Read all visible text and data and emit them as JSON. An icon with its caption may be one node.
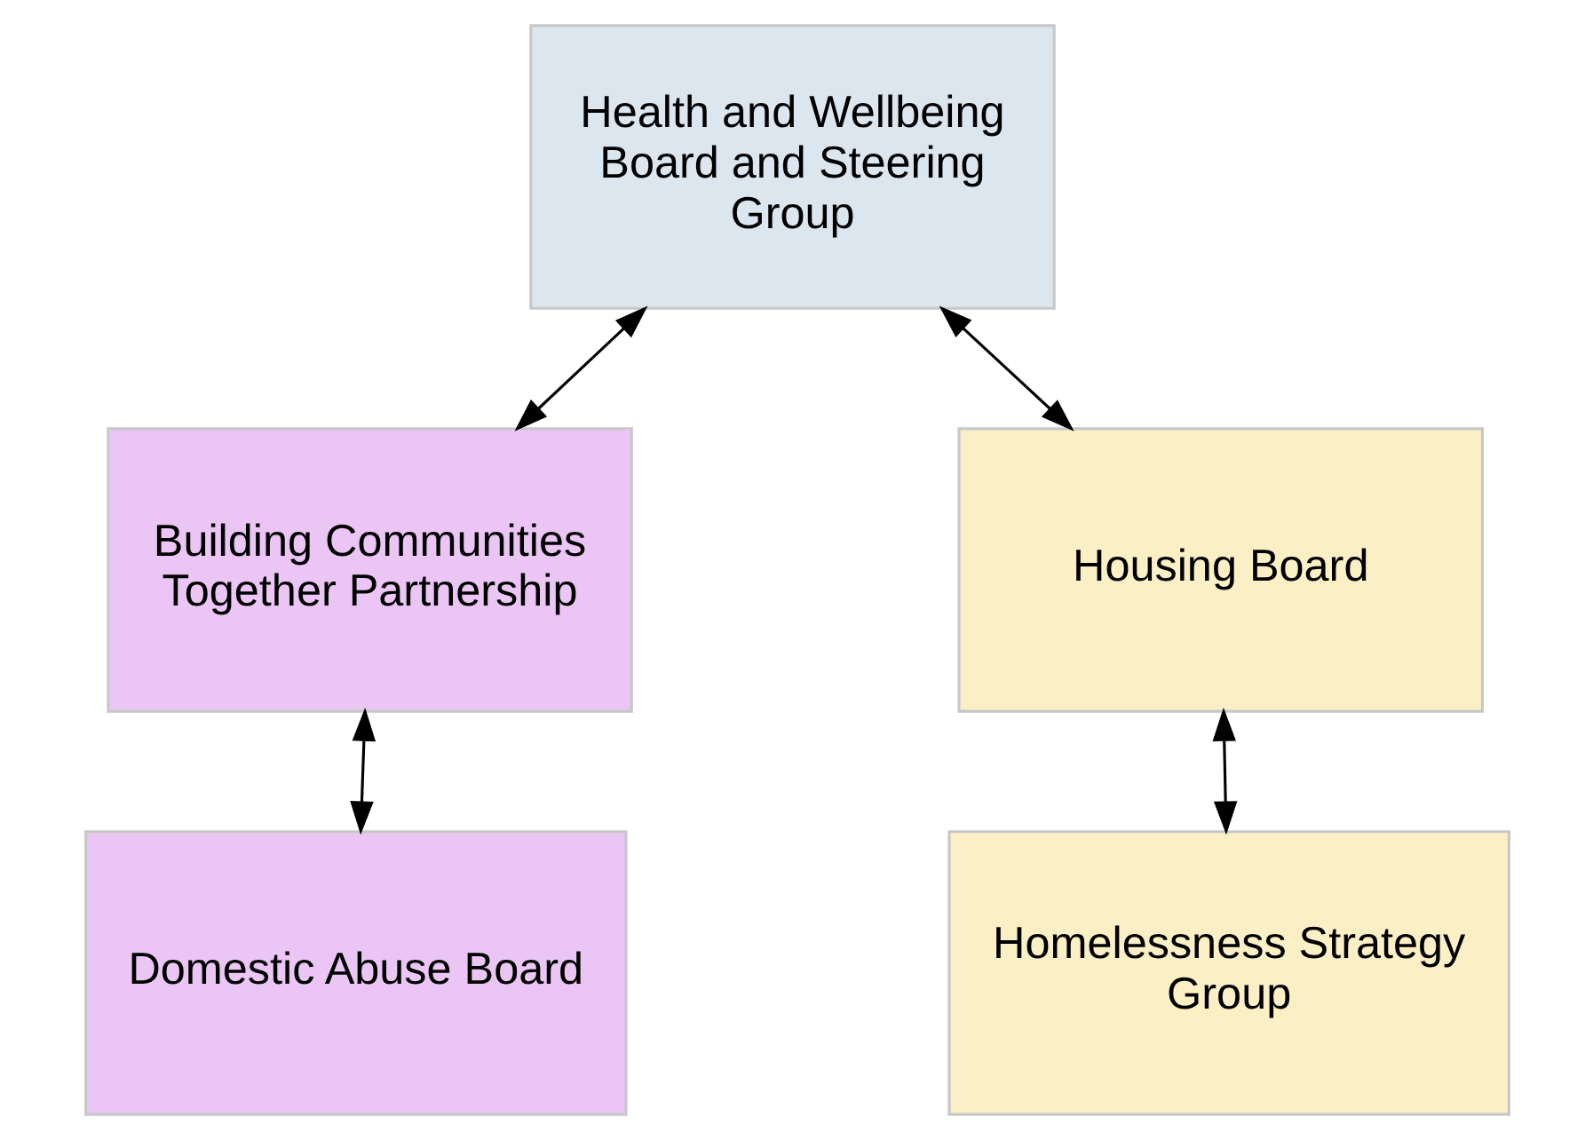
{
  "diagram": {
    "nodes": [
      {
        "text": [
          "Health and Wellbeing Board and Steering Group"
        ]
      },
      {
        "text": [
          "Housing Board"
        ]
      },
      {
        "text": [
          "Homelessness Strategy Group"
        ]
      },
      {
        "text": [
          "Building Communities Together Partnership"
        ]
      },
      {
        "text": [
          "Domestic Abuse Board"
        ]
      }
    ],
    "edges": [
      {
        "from": 1,
        "to": 0,
        "arrow": "both"
      },
      {
        "from": 0,
        "to": 3,
        "arrow": "both"
      },
      {
        "from": 1,
        "to": 2,
        "arrow": "both"
      },
      {
        "from": 3,
        "to": 4,
        "arrow": "both"
      }
    ]
  }
}
